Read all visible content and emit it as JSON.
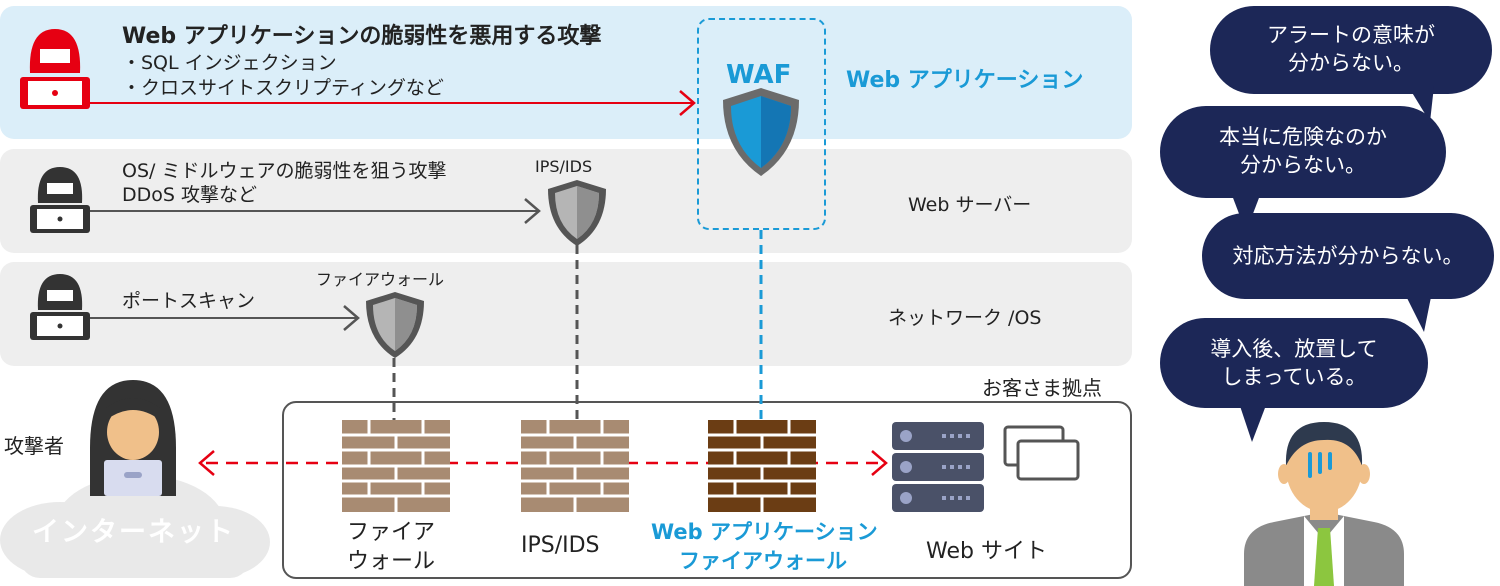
{
  "layers": {
    "web_app": {
      "title": "Web アプリケーションの脆弱性を悪用する攻撃",
      "items": [
        "・SQL インジェクション",
        "・クロスサイトスクリプティングなど"
      ],
      "label": "Web アプリケーション"
    },
    "web_server": {
      "lines": [
        "OS/ ミドルウェアの脆弱性を狙う攻撃",
        "DDoS 攻撃など"
      ],
      "shield_label": "IPS/IDS",
      "label": "Web サーバー"
    },
    "network": {
      "attack": "ポートスキャン",
      "shield_label": "ファイアウォール",
      "label": "ネットワーク /OS"
    }
  },
  "waf_label": "WAF",
  "attacker_label": "攻撃者",
  "internet_label": "インターネット",
  "site_label": "お客さま拠点",
  "devices": {
    "firewall": [
      "ファイア",
      "ウォール"
    ],
    "ips": "IPS/IDS",
    "waf": [
      "Web アプリケーション",
      "ファイアウォール"
    ],
    "website": "Web サイト"
  },
  "bubbles": [
    [
      "アラートの意味が",
      "分からない。"
    ],
    [
      "本当に危険なのか",
      "分からない。"
    ],
    [
      "対応方法が分からない。"
    ],
    [
      "導入後、放置して",
      "しまっている。"
    ]
  ],
  "colors": {
    "attack_red": "#e60012",
    "waf_blue": "#1a9ad6",
    "bubble_navy": "#1c2757",
    "band_blue": "#dbeef9",
    "band_gray": "#eeeeee",
    "brick_light": "#a88b72",
    "brick_dark": "#6b3d14"
  }
}
